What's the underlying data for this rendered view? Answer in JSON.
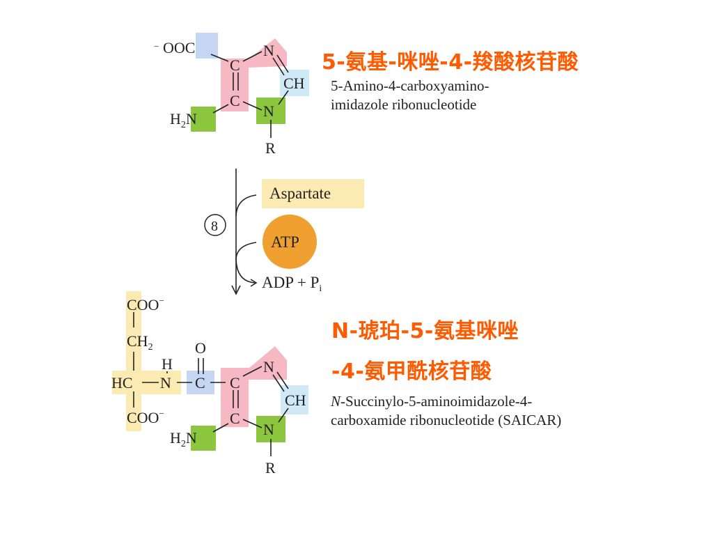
{
  "top_compound": {
    "name_cn": "5-氨基-咪唑-4-羧酸核苷酸",
    "name_en_line1": "5-Amino-4-carboxyamino-",
    "name_en_line2": "imidazole ribonucleotide",
    "atoms": {
      "carboxylate_charge": "−",
      "carboxylate": "OOC",
      "c_top": "C",
      "c_bottom": "C",
      "n_top": "N",
      "ch": "CH",
      "n_ring": "N",
      "amine_h": "H",
      "amine_sub": "2",
      "amine_n": "N",
      "r": "R"
    }
  },
  "reaction": {
    "step_number": "8",
    "input": "Aspartate",
    "cofactor": "ATP",
    "products_main": "ADP + P",
    "products_sub": "i"
  },
  "bottom_compound": {
    "name_cn_line1": "N-琥珀-5-氨基咪唑",
    "name_cn_line2": "-4-氨甲酰核苷酸",
    "name_en_italic": "N",
    "name_en_rest": "-Succinylo-5-aminoimidazole-4-",
    "name_en_line2": "carboxamide ribonucleotide (SAICAR)",
    "atoms": {
      "coo_top": "COO",
      "coo_top_charge": "−",
      "ch2_main": "CH",
      "ch2_sub": "2",
      "hc": "HC",
      "n_amide": "N",
      "h_amide": "H",
      "o_carbonyl": "O",
      "c_carbonyl": "C",
      "coo_bottom": "COO",
      "coo_bottom_charge": "−",
      "c_top": "C",
      "c_bottom": "C",
      "n_top": "N",
      "ch": "CH",
      "n_ring": "N",
      "amine_h": "H",
      "amine_sub": "2",
      "amine_n": "N",
      "r": "R"
    }
  },
  "colors": {
    "cn_title": "#ff5a00",
    "highlight_pink": "#f6b9c3",
    "highlight_blue": "#c4d6f1",
    "highlight_green": "#8cc63f",
    "highlight_yellow": "#fbeab1",
    "atp_circle": "#f0a030"
  }
}
